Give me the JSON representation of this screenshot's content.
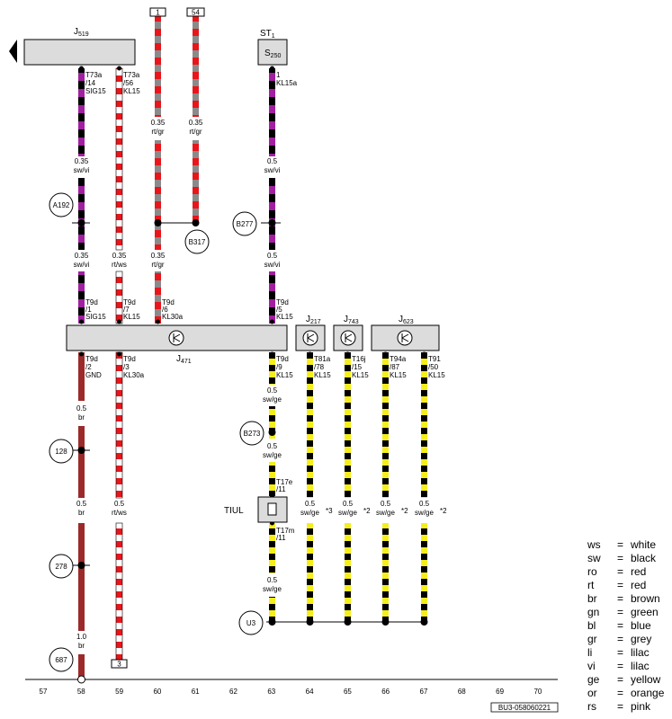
{
  "components": {
    "J519": "J",
    "J519_sub": "519",
    "ST1": "ST",
    "ST1_sub": "1",
    "S250": "S",
    "S250_sub": "250",
    "J471": "J",
    "J471_sub": "471",
    "J217": "J",
    "J217_sub": "217",
    "J743": "J",
    "J743_sub": "743",
    "J623": "J",
    "J623_sub": "623",
    "TIUL": "TIUL"
  },
  "nodes": {
    "A192": "A192",
    "B317": "B317",
    "B277": "B277",
    "B273": "B273",
    "n128": "128",
    "n278": "278",
    "n687": "687",
    "U3": "U3"
  },
  "boxes": {
    "b1": "1",
    "b54": "54",
    "b3": "3"
  },
  "wire_labels": {
    "w58_top": [
      "T73a",
      "/14",
      "SIG15"
    ],
    "w59_top": [
      "T73a",
      "/56",
      "KL15"
    ],
    "w63_top": [
      "1",
      "KL15a"
    ],
    "w58_j": [
      "T9d",
      "/1",
      "SIG15"
    ],
    "w59_j": [
      "T9d",
      "/7",
      "KL15"
    ],
    "w60_j": [
      "T9d",
      "/6",
      "KL30a"
    ],
    "w63_j": [
      "T9d",
      "/5",
      "KL15"
    ],
    "w58_b": [
      "T9d",
      "/2",
      "GND"
    ],
    "w59_b": [
      "T9d",
      "/3",
      "KL30a"
    ],
    "w63_b": [
      "T9d",
      "/9",
      "KL15"
    ],
    "w64_b": [
      "T81a",
      "/78",
      "KL15"
    ],
    "w65_b": [
      "T16j",
      "/15",
      "KL15"
    ],
    "w66_b": [
      "T94a",
      "/87",
      "KL15"
    ],
    "w67_b": [
      "T91",
      "/50",
      "KL15"
    ],
    "w63_t17e": [
      "T17e",
      "/11"
    ],
    "w63_t17m": [
      "T17m",
      "/11"
    ]
  },
  "wire_specs": {
    "s58a": [
      "0.35",
      "sw/vi"
    ],
    "s58b": [
      "0.35",
      "sw/vi"
    ],
    "s59a": [
      "0.35",
      "rt/ws"
    ],
    "s60a": [
      "0.35",
      "rt/gr"
    ],
    "s60b": [
      "0.35",
      "rt/gr"
    ],
    "s61a": [
      "0.35",
      "rt/gr"
    ],
    "s63a": [
      "0.5",
      "sw/vi"
    ],
    "s63b": [
      "0.5",
      "sw/vi"
    ],
    "s58c": [
      "0.5",
      "br"
    ],
    "s58d": [
      "0.5",
      "br"
    ],
    "s58e": [
      "1.0",
      "br"
    ],
    "s59b": [
      "0.5",
      "rt/ws"
    ],
    "s63c": [
      "0.5",
      "sw/ge"
    ],
    "s63d": [
      "0.5",
      "sw/ge"
    ],
    "s63e": [
      "0.5",
      "sw/ge"
    ],
    "s64": [
      "0.5",
      "sw/ge"
    ],
    "s65": [
      "0.5",
      "sw/ge"
    ],
    "s66": [
      "0.5",
      "sw/ge"
    ],
    "s67": [
      "0.5",
      "sw/ge"
    ]
  },
  "notes": {
    "n64": "*3",
    "n65": "*2",
    "n66": "*2",
    "n67": "*2"
  },
  "columns": [
    "57",
    "58",
    "59",
    "60",
    "61",
    "62",
    "63",
    "64",
    "65",
    "66",
    "67",
    "68",
    "69",
    "70"
  ],
  "legend": [
    {
      "abbr": "ws",
      "eq": "=",
      "name": "white"
    },
    {
      "abbr": "sw",
      "eq": "=",
      "name": "black"
    },
    {
      "abbr": "ro",
      "eq": "=",
      "name": "red"
    },
    {
      "abbr": "rt",
      "eq": "=",
      "name": "red"
    },
    {
      "abbr": "br",
      "eq": "=",
      "name": "brown"
    },
    {
      "abbr": "gn",
      "eq": "=",
      "name": "green"
    },
    {
      "abbr": "bl",
      "eq": "=",
      "name": "blue"
    },
    {
      "abbr": "gr",
      "eq": "=",
      "name": "grey"
    },
    {
      "abbr": "li",
      "eq": "=",
      "name": "lilac"
    },
    {
      "abbr": "vi",
      "eq": "=",
      "name": "lilac"
    },
    {
      "abbr": "ge",
      "eq": "=",
      "name": "yellow"
    },
    {
      "abbr": "or",
      "eq": "=",
      "name": "orange"
    },
    {
      "abbr": "rs",
      "eq": "=",
      "name": "pink"
    }
  ],
  "footer_code": "BU3-058060221",
  "colors": {
    "black": "#000000",
    "violet": "#a020a0",
    "red": "#e8151b",
    "white": "#ffffff",
    "grey": "#8a8a8a",
    "brown": "#9c2a2a",
    "yellow": "#f5ee1c",
    "box_fill": "#dcdcdc"
  }
}
